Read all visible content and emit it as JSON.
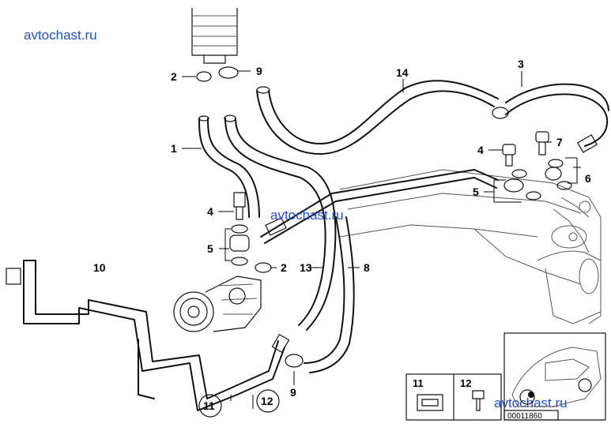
{
  "watermarks": [
    "avtochast.ru",
    "avtochast.ru",
    "avtochast.ru"
  ],
  "callouts": [
    "1",
    "2",
    "3",
    "4",
    "5",
    "6",
    "7",
    "8",
    "9",
    "10",
    "11",
    "12",
    "13",
    "14",
    "2",
    "4",
    "5",
    "9",
    "11",
    "12"
  ],
  "inset": {
    "part_a": "11",
    "part_b": "12",
    "diagram_code": "00011860"
  }
}
